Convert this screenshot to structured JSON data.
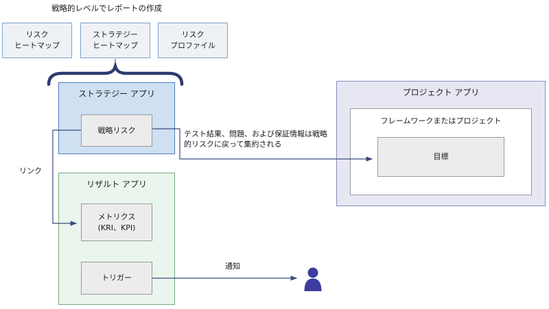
{
  "diagram_title": "戦略的レベルでレポートの作成",
  "report_boxes": [
    {
      "label": "リスク\nヒートマップ"
    },
    {
      "label": "ストラテジー\nヒートマップ"
    },
    {
      "label": "リスク\nプロファイル"
    }
  ],
  "strategy_app": {
    "title": "ストラテジー アプリ",
    "strategic_risk": "戦略リスク"
  },
  "results_app": {
    "title": "リザルト アプリ",
    "metrics": "メトリクス\n(KRI、KPI)",
    "trigger": "トリガー"
  },
  "project_app": {
    "title": "プロジェクト アプリ",
    "framework": "フレームワークまたはプロジェクト",
    "objective": "目標"
  },
  "annotations": {
    "link": "リンク",
    "notify": "通知",
    "aggregate": "テスト結果、問題、および保証情報は戦略\n的リスクに戻って集約される"
  },
  "colors": {
    "brace": "#2e3a6e",
    "arrow": "#3b4a7e",
    "person": "#3d3da0",
    "strategy_fill": "#cfe0f2",
    "strategy_border": "#4a7ebb",
    "results_fill": "#eaf5ee",
    "results_border": "#74ab7e",
    "project_fill": "#e7e7f4",
    "project_border": "#8a8ac0"
  }
}
